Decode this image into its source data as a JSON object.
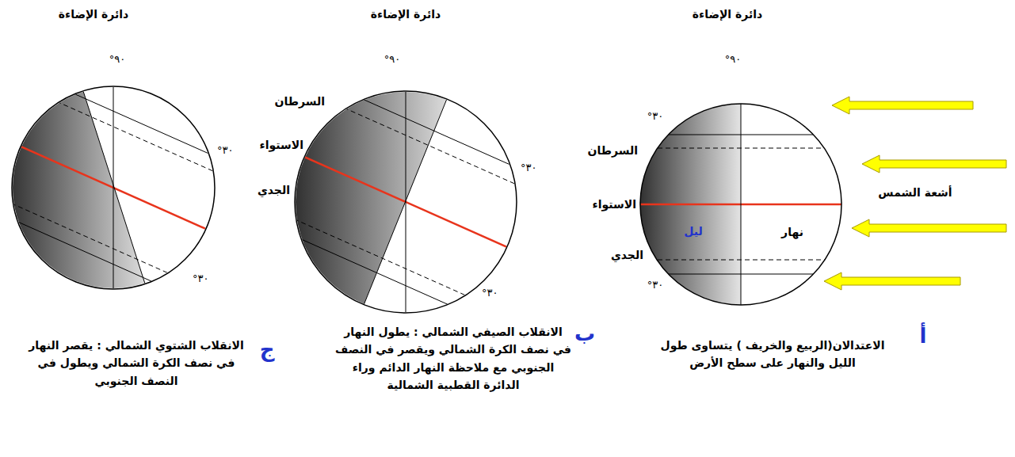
{
  "diagram": {
    "nodes": [
      {
        "text": [
          "ليل",
          "نهار"
        ]
      }
    ],
    "labels": [
      "دائرة الإضاءة",
      "٩٠°",
      "٣٠°",
      "السرطان",
      "الاستواء",
      "الجدي",
      "٣٠°",
      "أشعة الشمس",
      "أ",
      "الاعتدالان(الربيع والخريف ) يتساوى طول الليل والنهار على سطح الأرض",
      "دائرة الإضاءة",
      "٩٠°",
      "السرطان",
      "الاستواء",
      "الجدي",
      "٣٠°",
      "٣٠°",
      "ب",
      "الانقلاب الصيفي الشمالي : يطول النهار في نصف الكرة الشمالي ويقصر في النصف الجنوبي مع ملاحظة النهار الدائم وراء الدائرة القطبية الشمالية",
      "دائرة الإضاءة",
      "٩٠°",
      "٣٠°",
      "٣٠°",
      "ج",
      "الانقلاب الشتوي الشمالي : يقصر النهار في نصف الكرة الشمالي ويطول في النصف الجنوبي"
    ]
  }
}
